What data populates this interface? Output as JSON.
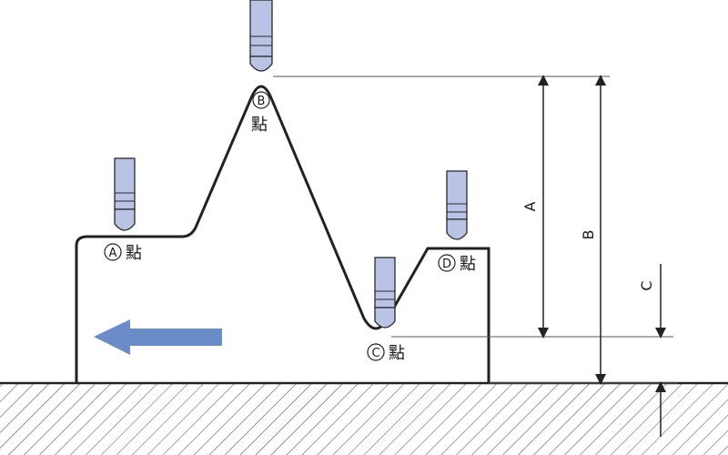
{
  "points": {
    "a": {
      "letter": "A",
      "suffix": "點"
    },
    "b": {
      "letter": "B",
      "suffix": "點"
    },
    "c": {
      "letter": "C",
      "suffix": "點"
    },
    "d": {
      "letter": "D",
      "suffix": "點"
    }
  },
  "dimensions": {
    "a": "A",
    "b": "B",
    "c": "C"
  },
  "colors": {
    "probe_fill": "#b8c3e6",
    "probe_outline": "#2a2a2a",
    "arrow": "#6a8cc9",
    "profile": "#222222",
    "hatch": "#444444"
  },
  "icons": {
    "direction": "left-arrow-icon"
  }
}
